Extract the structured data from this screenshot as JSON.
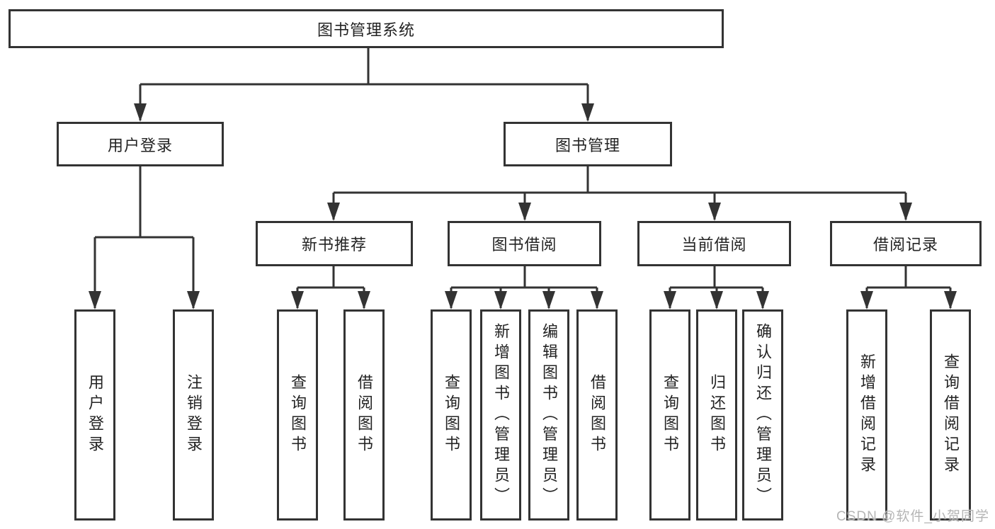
{
  "watermark": "CSDN @软件_小贺同学",
  "colors": {
    "line": "#333333",
    "text": "#232323",
    "background": "#ffffff",
    "watermark": "#b5b5b5"
  },
  "tree": {
    "root": {
      "label": "图书管理系统"
    },
    "branches": [
      {
        "label": "用户登录",
        "children": [
          {
            "label": "用户登录"
          },
          {
            "label": "注销登录"
          }
        ]
      },
      {
        "label": "图书管理",
        "children": [
          {
            "label": "新书推荐",
            "children": [
              {
                "label": "查询图书"
              },
              {
                "label": "借阅图书"
              }
            ]
          },
          {
            "label": "图书借阅",
            "children": [
              {
                "label": "查询图书"
              },
              {
                "label": "新增图书（管理员）"
              },
              {
                "label": "编辑图书（管理员）"
              },
              {
                "label": "借阅图书"
              }
            ]
          },
          {
            "label": "当前借阅",
            "children": [
              {
                "label": "查询图书"
              },
              {
                "label": "归还图书"
              },
              {
                "label": "确认归还（管理员）"
              }
            ]
          },
          {
            "label": "借阅记录",
            "children": [
              {
                "label": "新增借阅记录"
              },
              {
                "label": "查询借阅记录"
              }
            ]
          }
        ]
      }
    ]
  }
}
